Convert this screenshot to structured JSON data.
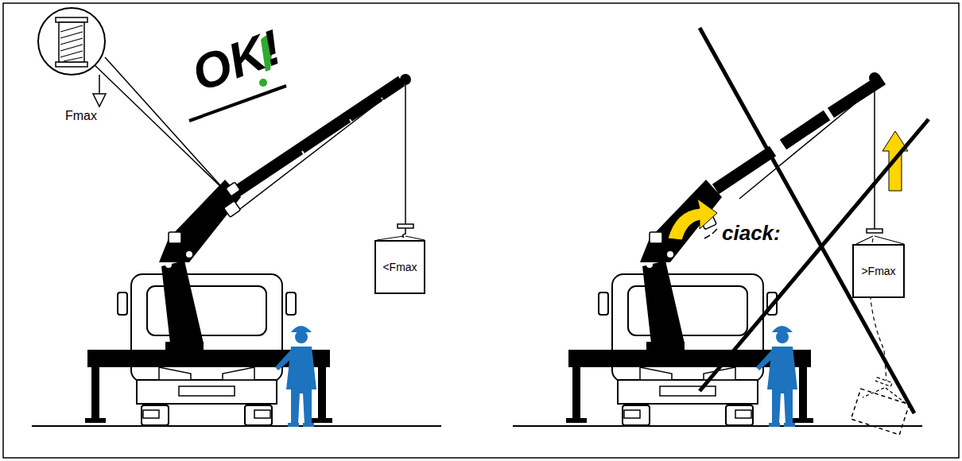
{
  "diagram": {
    "nodes": [
      {
        "text": [
          "<Fmax"
        ]
      },
      {
        "text": [
          ">Fmax"
        ]
      }
    ],
    "labels": [
      "Fmax",
      "OK!",
      "ciack:"
    ]
  }
}
